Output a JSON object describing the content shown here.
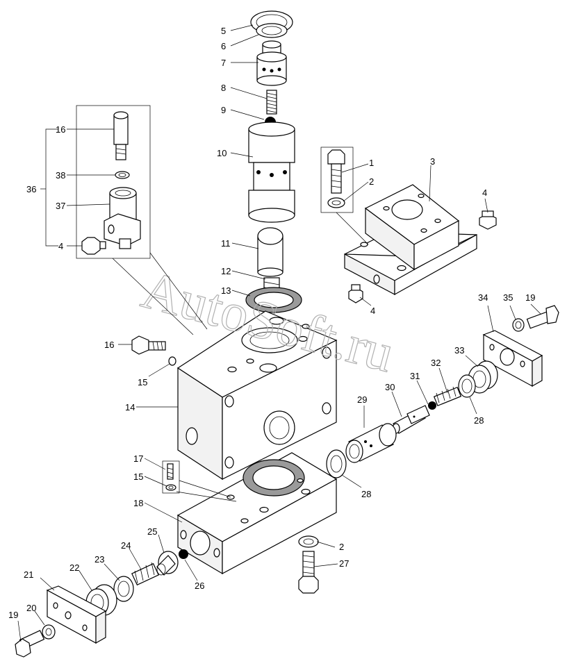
{
  "watermark": "AutoSoft.ru",
  "callouts": [
    "1",
    "2",
    "2",
    "3",
    "4",
    "4",
    "4",
    "5",
    "6",
    "7",
    "8",
    "9",
    "10",
    "11",
    "12",
    "13",
    "14",
    "15",
    "15",
    "16",
    "16",
    "17",
    "18",
    "19",
    "19",
    "20",
    "21",
    "22",
    "23",
    "24",
    "25",
    "26",
    "27",
    "28",
    "28",
    "29",
    "30",
    "31",
    "32",
    "33",
    "34",
    "35",
    "36",
    "37",
    "38"
  ]
}
